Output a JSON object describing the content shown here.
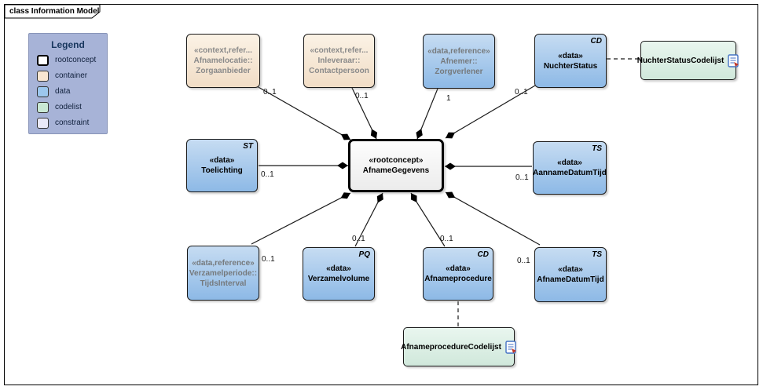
{
  "frame": {
    "title": "class Information Model"
  },
  "legend": {
    "title": "Legend",
    "items": [
      {
        "label": "rootconcept",
        "color": "#ffffff"
      },
      {
        "label": "container",
        "color": "#f8e6d2"
      },
      {
        "label": "data",
        "color": "#9cc7ee"
      },
      {
        "label": "codelist",
        "color": "#c9e8d4"
      },
      {
        "label": "constraint",
        "color": "#e9e9f8"
      }
    ]
  },
  "nodes": {
    "afnamelocatie": {
      "stereotype": "«context,refer...",
      "line1": "Afnamelocatie::",
      "line2": "Zorgaanbieder"
    },
    "inleveraar": {
      "stereotype": "«context,refer...",
      "line1": "Inleveraar::",
      "line2": "Contactpersoon"
    },
    "zorgverlener": {
      "stereotype": "«data,reference»",
      "line1": "Afnemer::",
      "line2": "Zorgverlener"
    },
    "nuchterstatus": {
      "stereotype": "«data»",
      "name": "NuchterStatus",
      "type": "CD"
    },
    "nuchtercodelijst": {
      "name": "NuchterStatusCodelijst"
    },
    "toelichting": {
      "stereotype": "«data»",
      "name": "Toelichting",
      "type": "ST"
    },
    "afnamegegevens": {
      "stereotype": "«rootconcept»",
      "name": "AfnameGegevens"
    },
    "aanname": {
      "stereotype": "«data»",
      "name": "AannameDatumTijd",
      "type": "TS"
    },
    "verzamelperiode": {
      "stereotype": "«data,reference»",
      "line1": "Verzamelperiode::",
      "line2": "TijdsInterval"
    },
    "verzamelvolume": {
      "stereotype": "«data»",
      "name": "Verzamelvolume",
      "type": "PQ"
    },
    "afnameprocedure": {
      "stereotype": "«data»",
      "name": "Afnameprocedure",
      "type": "CD"
    },
    "afnamedatum": {
      "stereotype": "«data»",
      "name": "AfnameDatumTijd",
      "type": "TS"
    },
    "procedurecodelijst": {
      "name": "AfnameprocedureCodelijst"
    }
  },
  "multiplicities": {
    "m1": "0..1",
    "m2": "0..1",
    "m3": "1",
    "m4": "0..1",
    "m5": "0..1",
    "m6": "0..1",
    "m7": "0..1",
    "m8": "0..1",
    "m9": "0..1",
    "m10": "0..1"
  },
  "colors": {
    "data_fill": "#9cc7ee",
    "container_fill": "#f8e6d2",
    "codelist_fill": "#d9efe2",
    "rootconcept_fill": "#f5f5f5",
    "legend_bg": "#a7b3d7",
    "line": "#1a1a1a"
  }
}
